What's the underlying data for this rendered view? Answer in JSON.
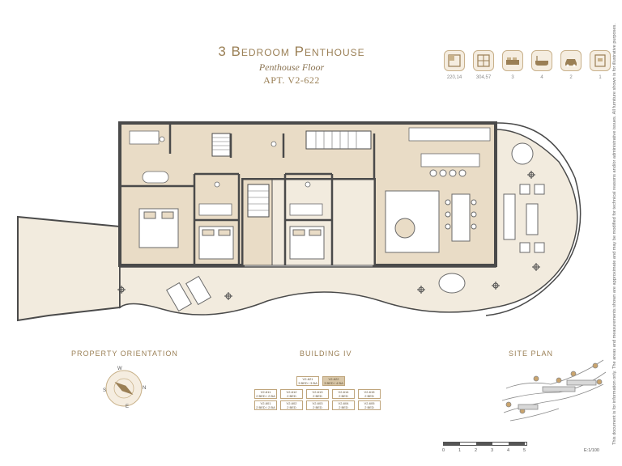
{
  "header": {
    "title": "3 Bedroom Penthouse",
    "subtitle": "Penthouse Floor",
    "apartment": "APT. V2-622"
  },
  "stats": [
    {
      "icon": "floor-area-icon",
      "value": "220,14"
    },
    {
      "icon": "total-area-icon",
      "value": "304,57"
    },
    {
      "icon": "bed-icon",
      "value": "3"
    },
    {
      "icon": "bath-icon",
      "value": "4"
    },
    {
      "icon": "parking-icon",
      "value": "2"
    },
    {
      "icon": "storage-icon",
      "value": "1"
    }
  ],
  "sections": {
    "orientation": "Property Orientation",
    "building": "Building IV",
    "site_plan": "Site Plan"
  },
  "compass": {
    "n": "N",
    "s": "S",
    "e": "E",
    "w": "W"
  },
  "building_units": {
    "top_row": [
      {
        "code": "V2-621",
        "type": "3 BED / 3 BA",
        "highlight": false
      },
      {
        "code": "V2-622",
        "type": "3 BED / 4 BA",
        "highlight": true
      }
    ],
    "row_2": [
      {
        "code": "V2-611",
        "type": "2 BED / 2 BA"
      },
      {
        "code": "V2-612",
        "type": "2 BED"
      },
      {
        "code": "V2-613",
        "type": "2 BED"
      },
      {
        "code": "V2-614",
        "type": "2 BED"
      },
      {
        "code": "V2-615",
        "type": "2 BED"
      }
    ],
    "row_3": [
      {
        "code": "V2-601",
        "type": "2 BED / 2 BA"
      },
      {
        "code": "V2-602",
        "type": "2 BED"
      },
      {
        "code": "V2-603",
        "type": "2 BED"
      },
      {
        "code": "V2-604",
        "type": "2 BED"
      },
      {
        "code": "V2-605",
        "type": "2 BED"
      }
    ]
  },
  "scale": {
    "labels": [
      "0",
      "1",
      "2",
      "3",
      "4",
      "5"
    ],
    "ratio": "E:1/100"
  },
  "disclaimer": "This document is for information only. The areas and measurements shown are approximate and may be modified for technical reasons and/or administrative issues. All furniture shown is for illustrative purposes.",
  "colors": {
    "floor": "#e9dcc6",
    "terrace": "#f2ebde",
    "wall": "#4a4a4a",
    "accent": "#9a7f55"
  }
}
